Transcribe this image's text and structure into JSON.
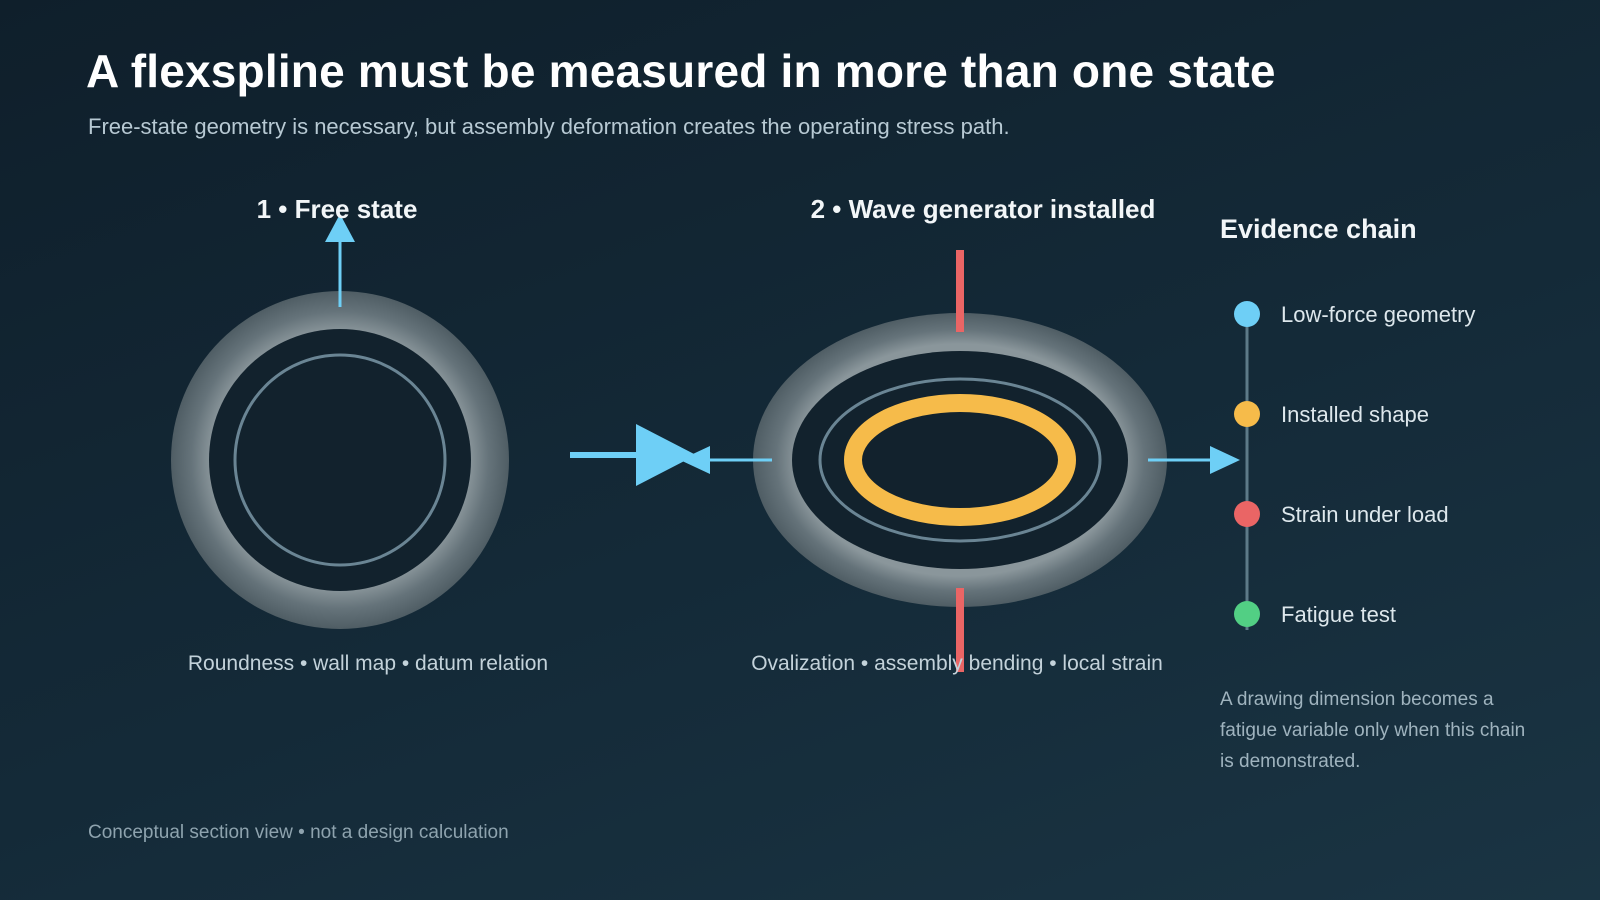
{
  "slide": {
    "title": "A flexspline must be measured in more than one state",
    "subtitle": "Free-state geometry is necessary, but assembly deformation creates the operating stress path.",
    "footnote": "Conceptual section view • not a design calculation"
  },
  "panels": [
    {
      "title": "1 • Free state",
      "caption": "Roundness • wall map • datum relation"
    },
    {
      "title": "2 • Wave generator installed",
      "caption": "Ovalization • assembly bending • local strain"
    }
  ],
  "evidence": {
    "heading": "Evidence chain",
    "steps": [
      {
        "label": "Low-force geometry",
        "color": "#6ecff6"
      },
      {
        "label": "Installed shape",
        "color": "#f6bb4a"
      },
      {
        "label": "Strain under load",
        "color": "#ea6565"
      },
      {
        "label": "Fatigue test",
        "color": "#52cf84"
      }
    ],
    "note": "A drawing dimension becomes a fatigue variable only when this chain is demonstrated."
  },
  "colors": {
    "arrow": "#6ecff6",
    "load": "#ea6565",
    "oval": "#f6bb4a",
    "ring": "#5c6a70",
    "inner_line": "#6a8594",
    "timeline": "#5d7a88"
  }
}
